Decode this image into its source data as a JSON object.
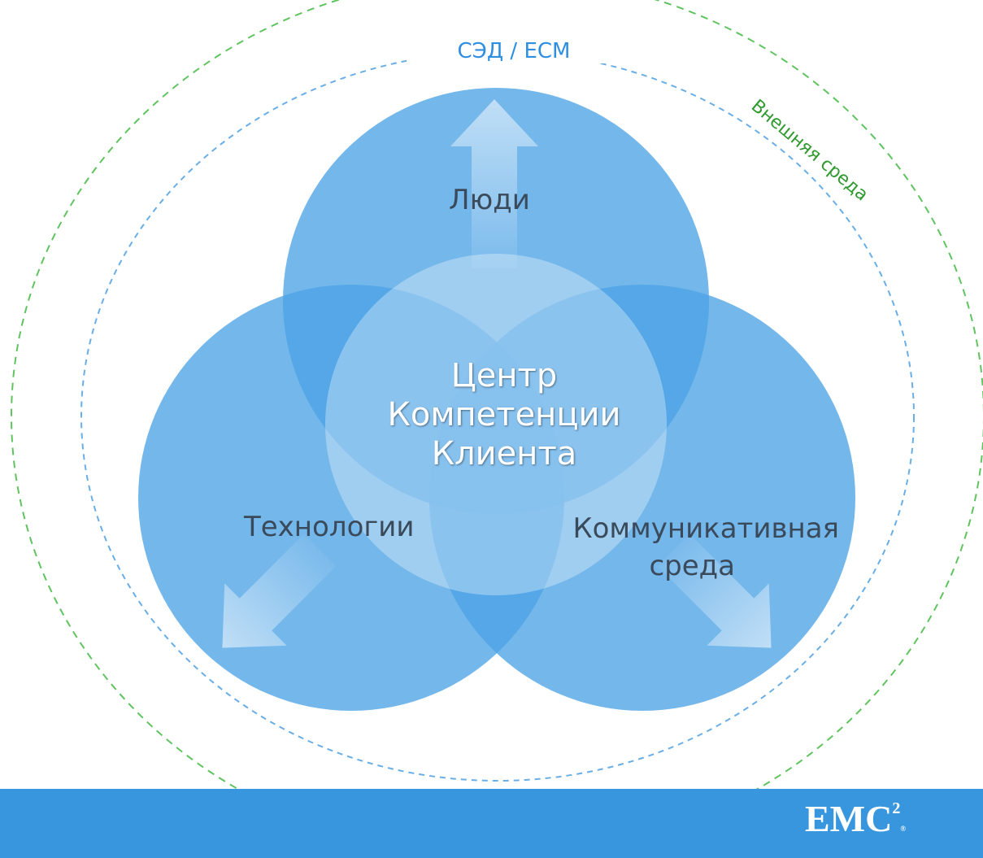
{
  "colors": {
    "circle": "#4da3e6",
    "bar": "#3896de",
    "outer_dash": "#5fc45f",
    "inner_dash": "#6aaee6",
    "ecm_text": "#2e8fe0",
    "outer_text": "#2f9a2f"
  },
  "outer_ring_label": "Внешняя среда",
  "inner_ring_label": "СЭД / ECM",
  "center_label": [
    "Центр",
    "Компетенции",
    "Клиента"
  ],
  "petals": {
    "people": "Люди",
    "technology": "Технологии",
    "communication": [
      "Коммуникативная",
      "среда"
    ]
  },
  "logo": {
    "text": "EMC",
    "superscript": "2",
    "mark": "®"
  }
}
